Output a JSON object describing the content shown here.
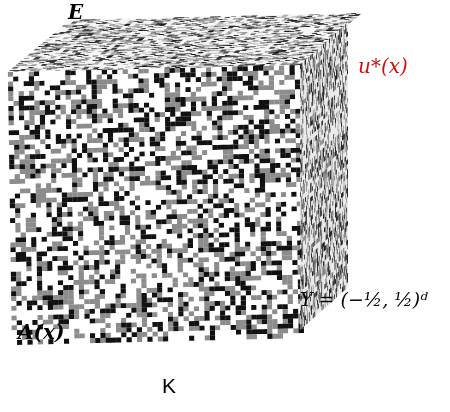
{
  "diagram": {
    "labels": [
      "E",
      "u*(x)",
      "Y = (−½, ½)ᵈ",
      "A(x)",
      "K"
    ]
  }
}
